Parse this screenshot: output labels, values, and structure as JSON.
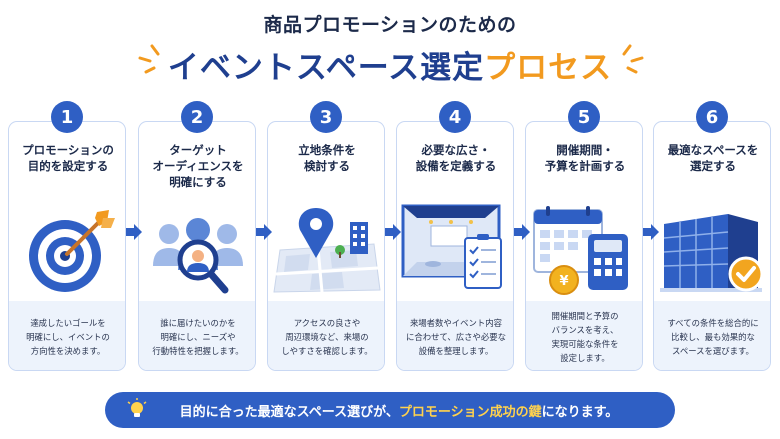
{
  "title": {
    "line1": "商品プロモーションのための",
    "line2_main": "イベントスペース選定",
    "line2_accent": "プロセス"
  },
  "steps": [
    {
      "number": "1",
      "title": "プロモーションの\n目的を設定する",
      "icon": "target-icon",
      "description": "達成したいゴールを\n明確にし、イベントの\n方向性を決めます。"
    },
    {
      "number": "2",
      "title": "ターゲット\nオーディエンスを\n明確にする",
      "icon": "audience-search-icon",
      "description": "誰に届けたいのかを\n明確にし、ニーズや\n行動特性を把握します。"
    },
    {
      "number": "3",
      "title": "立地条件を\n検討する",
      "icon": "map-location-icon",
      "description": "アクセスの良さや\n周辺環境など、来場の\nしやすさを確認します。"
    },
    {
      "number": "4",
      "title": "必要な広さ・\n設備を定義する",
      "icon": "venue-checklist-icon",
      "description": "来場者数やイベント内容\nに合わせて、広さや必要な\n設備を整理します。"
    },
    {
      "number": "5",
      "title": "開催期間・\n予算を計画する",
      "icon": "calendar-budget-icon",
      "description": "開催期間と予算の\nバランスを考え、\n実現可能な条件を\n設定します。"
    },
    {
      "number": "6",
      "title": "最適なスペースを\n選定する",
      "icon": "building-check-icon",
      "description": "すべての条件を総合的に\n比較し、最も効果的な\nスペースを選びます。"
    }
  ],
  "banner": {
    "icon": "lightbulb-icon",
    "text_before": "目的に合った最適なスペース選びが、",
    "text_highlight": "プロモーション成功の鍵",
    "text_after": "になります。"
  },
  "colors": {
    "primary": "#2f5fc4",
    "navy": "#1f3f8f",
    "accent": "#f29a1f",
    "card_border": "#c9d8f3",
    "desc_bg": "#edf3fc",
    "highlight": "#ffd24d"
  }
}
